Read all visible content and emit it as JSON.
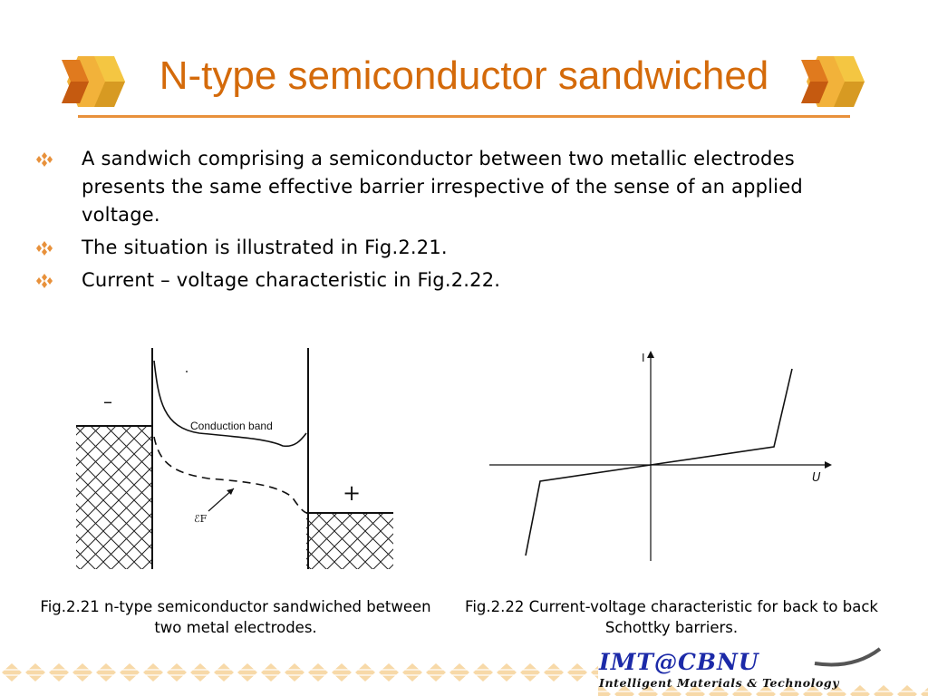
{
  "title": "N-type semiconductor sandwiched",
  "bullets": [
    {
      "text": "A sandwich comprising a semiconductor between two metallic electrodes presents the same effective barrier irrespective of the sense of an applied voltage."
    },
    {
      "text": "The situation is illustrated in Fig.2.21."
    },
    {
      "text": "Current – voltage characteristic in Fig.2.22."
    }
  ],
  "figure1": {
    "minus_label": "–",
    "plus_label": "+",
    "band_label": "Conduction band",
    "fermi_label": "ℰF",
    "caption": "Fig.2.21 n-type semiconductor sandwiched between two metal electrodes."
  },
  "figure2": {
    "y_label": "I",
    "x_label": "U",
    "caption": "Fig.2.22 Current-voltage characteristic for back to back Schottky barriers."
  },
  "footer": {
    "logo_main_1": "IMT",
    "logo_at": "@",
    "logo_main_2": "CBNU",
    "logo_sub": "Intelligent Materials & Technology"
  },
  "colors": {
    "title": "#d46a0a",
    "rule": "#e8913b",
    "bullet_mark": "#e8913b",
    "logo": "#1c2aa8"
  }
}
